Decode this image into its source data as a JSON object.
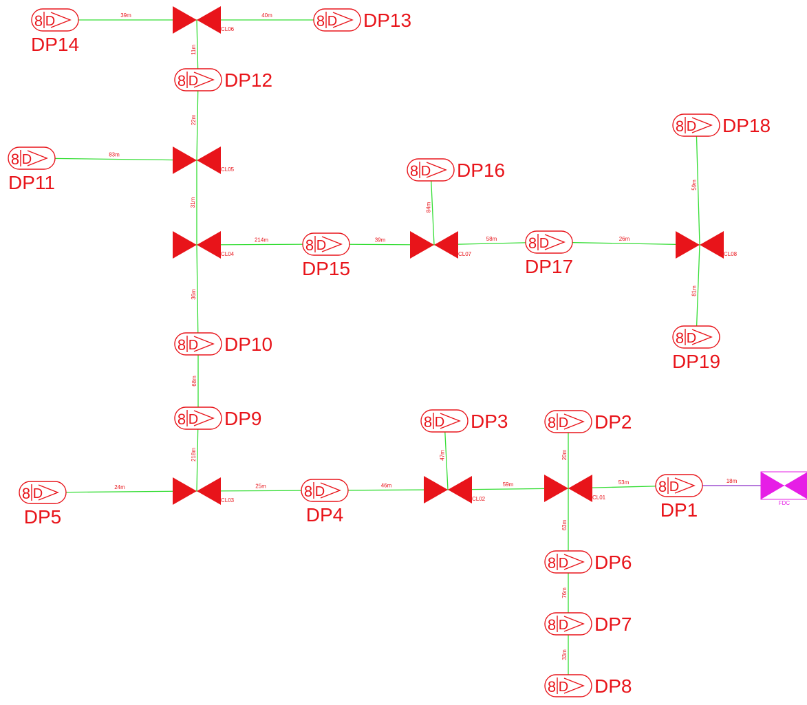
{
  "colors": {
    "symbol": "#e8141a",
    "pipe": "#33dd33",
    "fdc_pipe": "#8a2bc8",
    "fdc": "#e61ee6"
  },
  "symbol_glyph": {
    "digit": "8",
    "letter": "D"
  },
  "nodes": [
    {
      "id": "DP1",
      "label": "DP1",
      "type": "dp"
    },
    {
      "id": "DP2",
      "label": "DP2",
      "type": "dp"
    },
    {
      "id": "DP3",
      "label": "DP3",
      "type": "dp"
    },
    {
      "id": "DP4",
      "label": "DP4",
      "type": "dp"
    },
    {
      "id": "DP5",
      "label": "DP5",
      "type": "dp"
    },
    {
      "id": "DP6",
      "label": "DP6",
      "type": "dp"
    },
    {
      "id": "DP7",
      "label": "DP7",
      "type": "dp"
    },
    {
      "id": "DP8",
      "label": "DP8",
      "type": "dp"
    },
    {
      "id": "DP9",
      "label": "DP9",
      "type": "dp"
    },
    {
      "id": "DP10",
      "label": "DP10",
      "type": "dp"
    },
    {
      "id": "DP11",
      "label": "DP11",
      "type": "dp"
    },
    {
      "id": "DP12",
      "label": "DP12",
      "type": "dp"
    },
    {
      "id": "DP13",
      "label": "DP13",
      "type": "dp"
    },
    {
      "id": "DP14",
      "label": "DP14",
      "type": "dp"
    },
    {
      "id": "DP15",
      "label": "DP15",
      "type": "dp"
    },
    {
      "id": "DP16",
      "label": "DP16",
      "type": "dp"
    },
    {
      "id": "DP17",
      "label": "DP17",
      "type": "dp"
    },
    {
      "id": "DP18",
      "label": "DP18",
      "type": "dp"
    },
    {
      "id": "DP19",
      "label": "DP19",
      "type": "dp"
    },
    {
      "id": "CL01",
      "label": "CL01",
      "type": "closure"
    },
    {
      "id": "CL02",
      "label": "CL02",
      "type": "closure"
    },
    {
      "id": "CL03",
      "label": "CL03",
      "type": "closure"
    },
    {
      "id": "CL04",
      "label": "CL04",
      "type": "closure"
    },
    {
      "id": "CL05",
      "label": "CL05",
      "type": "closure"
    },
    {
      "id": "CL06",
      "label": "CL06",
      "type": "closure"
    },
    {
      "id": "CL07",
      "label": "CL07",
      "type": "closure"
    },
    {
      "id": "CL08",
      "label": "CL08",
      "type": "closure"
    },
    {
      "id": "FDC",
      "label": "FDC",
      "type": "fdc"
    }
  ],
  "links": [
    {
      "from": "DP14",
      "to": "CL06",
      "length": "39m"
    },
    {
      "from": "CL06",
      "to": "DP13",
      "length": "40m"
    },
    {
      "from": "CL06",
      "to": "DP12",
      "length": "11m"
    },
    {
      "from": "DP12",
      "to": "CL05",
      "length": "22m"
    },
    {
      "from": "DP11",
      "to": "CL05",
      "length": "83m"
    },
    {
      "from": "CL05",
      "to": "CL04",
      "length": "31m"
    },
    {
      "from": "CL04",
      "to": "DP15",
      "length": "214m"
    },
    {
      "from": "DP15",
      "to": "CL07",
      "length": "39m"
    },
    {
      "from": "CL07",
      "to": "DP16",
      "length": "84m"
    },
    {
      "from": "CL07",
      "to": "DP17",
      "length": "58m"
    },
    {
      "from": "DP17",
      "to": "CL08",
      "length": "26m"
    },
    {
      "from": "CL08",
      "to": "DP18",
      "length": "59m"
    },
    {
      "from": "CL08",
      "to": "DP19",
      "length": "81m"
    },
    {
      "from": "CL04",
      "to": "DP10",
      "length": "36m"
    },
    {
      "from": "DP10",
      "to": "DP9",
      "length": "68m"
    },
    {
      "from": "DP9",
      "to": "CL03",
      "length": "218m"
    },
    {
      "from": "DP5",
      "to": "CL03",
      "length": "24m"
    },
    {
      "from": "CL03",
      "to": "DP4",
      "length": "25m"
    },
    {
      "from": "DP4",
      "to": "CL02",
      "length": "46m"
    },
    {
      "from": "CL02",
      "to": "DP3",
      "length": "47m"
    },
    {
      "from": "CL02",
      "to": "CL01",
      "length": "59m"
    },
    {
      "from": "CL01",
      "to": "DP2",
      "length": "20m"
    },
    {
      "from": "CL01",
      "to": "DP1",
      "length": "53m"
    },
    {
      "from": "DP1",
      "to": "FDC",
      "length": "18m"
    },
    {
      "from": "CL01",
      "to": "DP6",
      "length": "63m"
    },
    {
      "from": "DP6",
      "to": "DP7",
      "length": "76m"
    },
    {
      "from": "DP7",
      "to": "DP8",
      "length": "33m"
    }
  ]
}
